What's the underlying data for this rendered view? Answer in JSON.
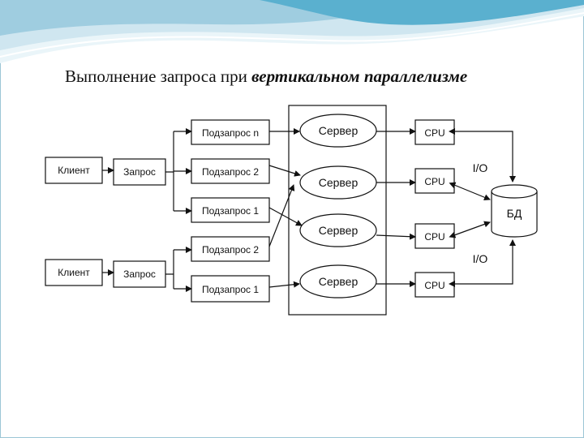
{
  "title": {
    "prefix": "Выполнение запроса при ",
    "emphasis": "вертикальном параллелизме"
  },
  "diagram": {
    "clients": [
      "Клиент",
      "Клиент"
    ],
    "requests": [
      "Запрос",
      "Запрос"
    ],
    "subrequests_top": [
      "Подзапрос n",
      "Подзапрос 2",
      "Подзапрос 1"
    ],
    "subrequests_bottom": [
      "Подзапрос 2",
      "Подзапрос 1"
    ],
    "servers": [
      "Сервер",
      "Сервер",
      "Сервер",
      "Сервер"
    ],
    "cpus": [
      "CPU",
      "CPU",
      "CPU",
      "CPU"
    ],
    "io_labels": [
      "I/O",
      "I/O"
    ],
    "database": "БД"
  },
  "colors": {
    "wave_light": "#cfe6f0",
    "wave_mid": "#9fcde0",
    "wave_dark": "#5ab0cf",
    "frame": "#9cc6d6",
    "ink": "#111111"
  }
}
